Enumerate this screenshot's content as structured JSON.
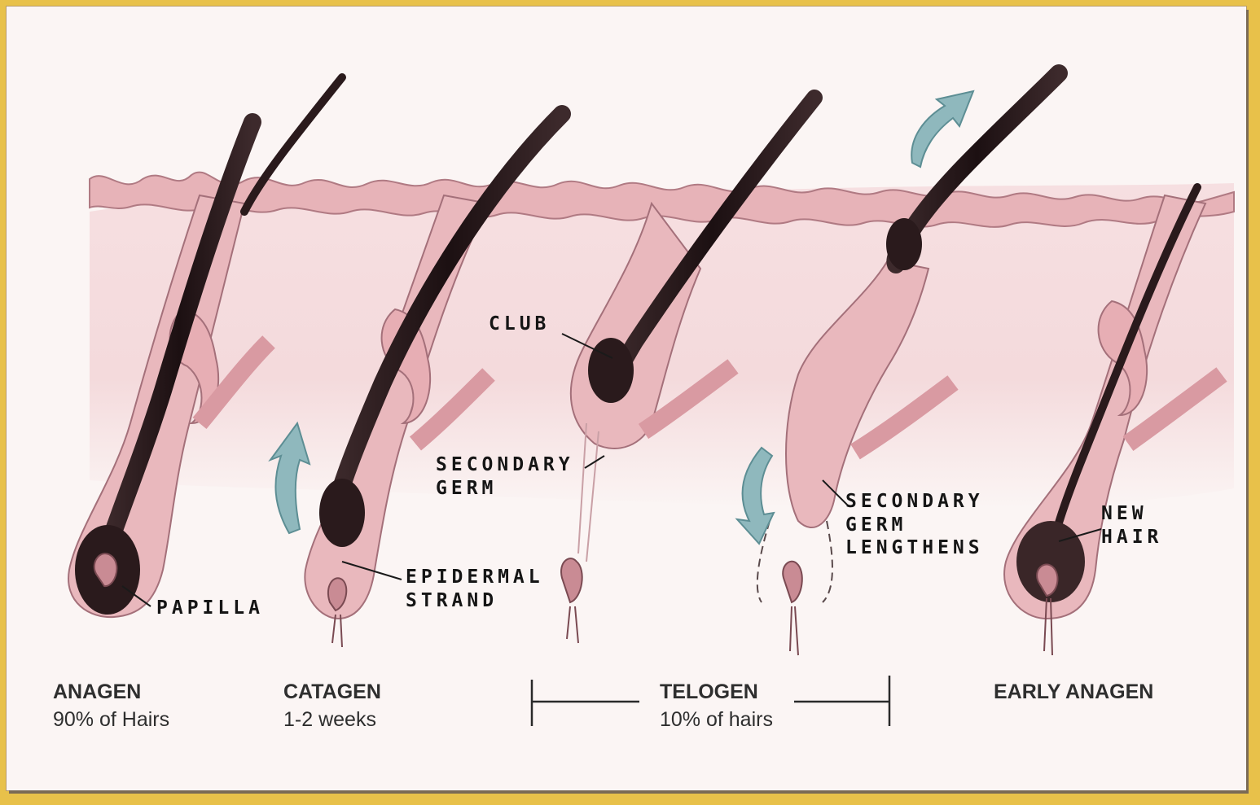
{
  "labels": {
    "club": "CLUB",
    "secondary_germ_1": "SECONDARY",
    "secondary_germ_2": "GERM",
    "papilla": "PAPILLA",
    "epidermal_1": "EPIDERMAL",
    "epidermal_2": "STRAND",
    "lengthens_1": "SECONDARY",
    "lengthens_2": "GERM",
    "lengthens_3": "LENGTHENS",
    "new_hair_1": "NEW",
    "new_hair_2": "HAIR"
  },
  "stages": [
    {
      "name": "ANAGEN",
      "sub": "90% of Hairs"
    },
    {
      "name": "CATAGEN",
      "sub": "1-2 weeks"
    },
    {
      "name": "TELOGEN",
      "sub": "10% of hairs"
    },
    {
      "name": "EARLY ANAGEN",
      "sub": ""
    }
  ],
  "colors": {
    "skin": "#e9b8bd",
    "skin_edge": "#b07a83",
    "dermis": "#f3d7d9",
    "hair": "#2a1a1c",
    "arrow": "#8fb8bd"
  }
}
